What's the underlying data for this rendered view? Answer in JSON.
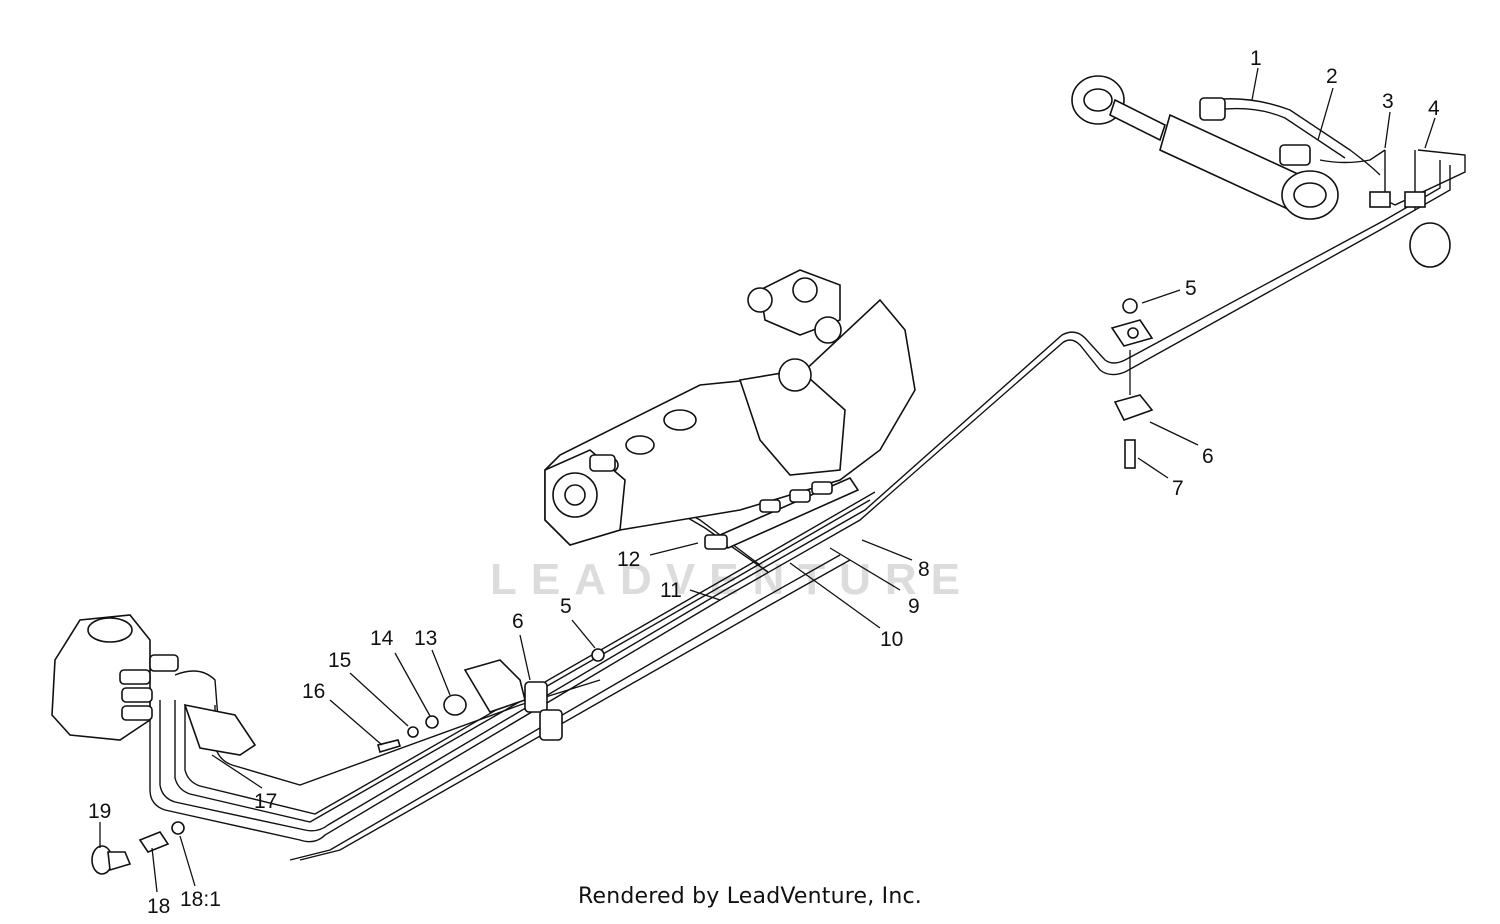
{
  "watermark": "LEADVENTURE",
  "footer": "Rendered by LeadVenture, Inc.",
  "callouts": [
    {
      "id": "1",
      "label": "1"
    },
    {
      "id": "2",
      "label": "2"
    },
    {
      "id": "3",
      "label": "3"
    },
    {
      "id": "4",
      "label": "4"
    },
    {
      "id": "5a",
      "label": "5"
    },
    {
      "id": "6a",
      "label": "6"
    },
    {
      "id": "7",
      "label": "7"
    },
    {
      "id": "8",
      "label": "8"
    },
    {
      "id": "9",
      "label": "9"
    },
    {
      "id": "10",
      "label": "10"
    },
    {
      "id": "11",
      "label": "11"
    },
    {
      "id": "12",
      "label": "12"
    },
    {
      "id": "5b",
      "label": "5"
    },
    {
      "id": "6b",
      "label": "6"
    },
    {
      "id": "13",
      "label": "13"
    },
    {
      "id": "14",
      "label": "14"
    },
    {
      "id": "15",
      "label": "15"
    },
    {
      "id": "16",
      "label": "16"
    },
    {
      "id": "17",
      "label": "17"
    },
    {
      "id": "19",
      "label": "19"
    },
    {
      "id": "18",
      "label": "18"
    },
    {
      "id": "18_1",
      "label": "18:1"
    }
  ]
}
